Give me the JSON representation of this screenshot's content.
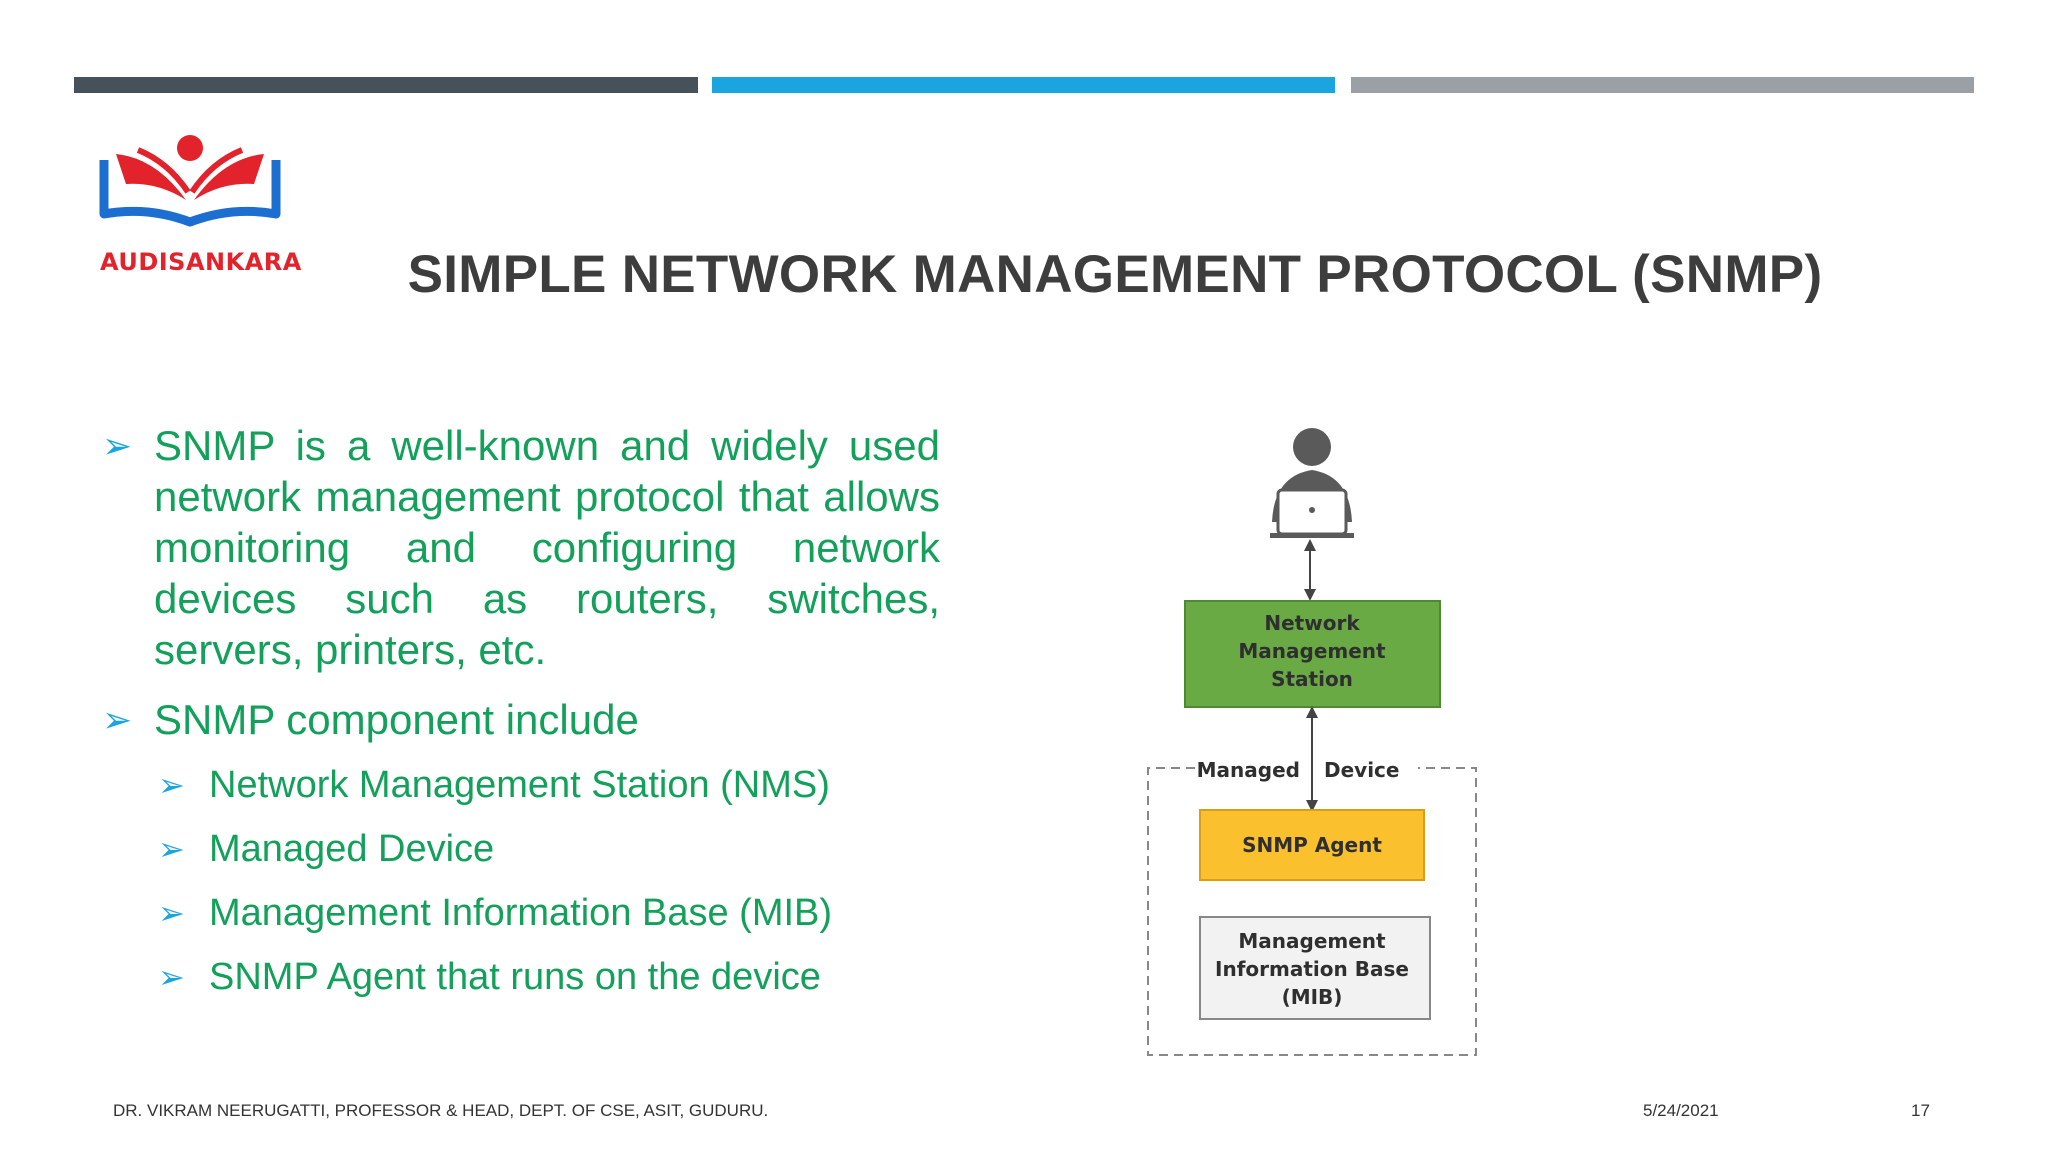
{
  "header_bars": {
    "colors": [
      "#46515a",
      "#1ba5e0",
      "#9aa0a6"
    ]
  },
  "logo": {
    "text": "AUDISANKARA"
  },
  "title": "SIMPLE NETWORK MANAGEMENT PROTOCOL (SNMP)",
  "bullets": {
    "b1": "SNMP is a well-known and widely used network management protocol that allows monitoring and configuring network devices such as routers, switches, servers, printers, etc.",
    "b2": "SNMP component include",
    "sub": [
      "Network Management Station (NMS)",
      "Managed Device",
      "Management Information Base (MIB)",
      "SNMP Agent that runs on the device"
    ]
  },
  "diagram": {
    "nms_lines": [
      "Network",
      "Management",
      "Station"
    ],
    "managed_left": "Managed",
    "managed_right": "Device",
    "agent": "SNMP Agent",
    "mib_lines": [
      "Management",
      "Information Base",
      "(MIB)"
    ],
    "colors": {
      "nms": "#6aaa45",
      "agent": "#fbc02d",
      "mib": "#f2f2f2"
    }
  },
  "footer": {
    "author": "DR. VIKRAM NEERUGATTI, PROFESSOR & HEAD, DEPT. OF CSE, ASIT, GUDURU.",
    "date": "5/24/2021",
    "page": "17"
  }
}
